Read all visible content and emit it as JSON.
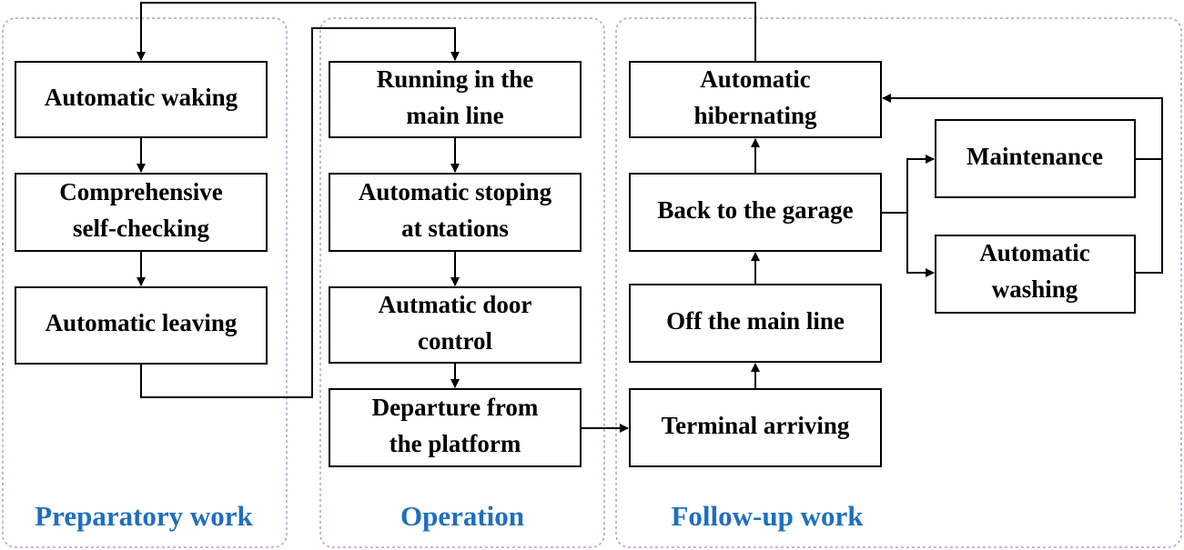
{
  "groups": {
    "preparatory": "Preparatory work",
    "operation": "Operation",
    "followup": "Follow-up work"
  },
  "nodes": {
    "waking": [
      "Automatic waking"
    ],
    "self_check": [
      "Comprehensive",
      "self-checking"
    ],
    "leaving": [
      "Automatic leaving"
    ],
    "running": [
      "Running in the",
      "main line"
    ],
    "stopping": [
      "Automatic stoping",
      "at stations"
    ],
    "door": [
      "Autmatic door",
      "control"
    ],
    "departure": [
      "Departure from",
      "the platform"
    ],
    "hibernating": [
      "Automatic",
      "hibernating"
    ],
    "garage": [
      "Back to the garage"
    ],
    "off_line": [
      "Off the main line"
    ],
    "terminal": [
      "Terminal arriving"
    ],
    "maintenance": [
      "Maintenance"
    ],
    "washing": [
      "Automatic",
      "washing"
    ]
  },
  "colors": {
    "group_title": "#1f6fbf",
    "group_border": "#b79cc9",
    "box_border": "#000000"
  }
}
